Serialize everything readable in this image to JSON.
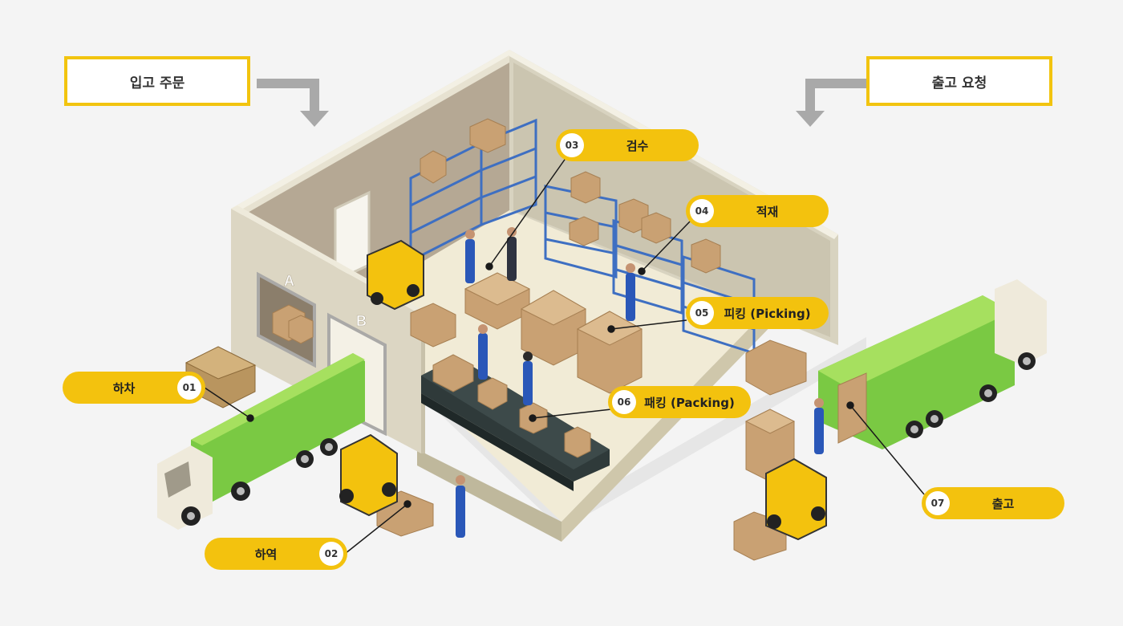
{
  "top_left": {
    "label": "입고 주문"
  },
  "top_right": {
    "label": "출고 요청"
  },
  "dock_labels": {
    "a": "A",
    "b": "B"
  },
  "steps": [
    {
      "num": "01",
      "label": "하차"
    },
    {
      "num": "02",
      "label": "하역"
    },
    {
      "num": "03",
      "label": "검수"
    },
    {
      "num": "04",
      "label": "적재"
    },
    {
      "num": "05",
      "label": "피킹 (Picking)"
    },
    {
      "num": "06",
      "label": "패킹 (Packing)"
    },
    {
      "num": "07",
      "label": "출고"
    }
  ],
  "colors": {
    "accent": "#f3c20e",
    "truck_green": "#7ac943",
    "floor": "#f1ebd6",
    "wall": "#dcd6c3",
    "box": "#c9a173"
  }
}
